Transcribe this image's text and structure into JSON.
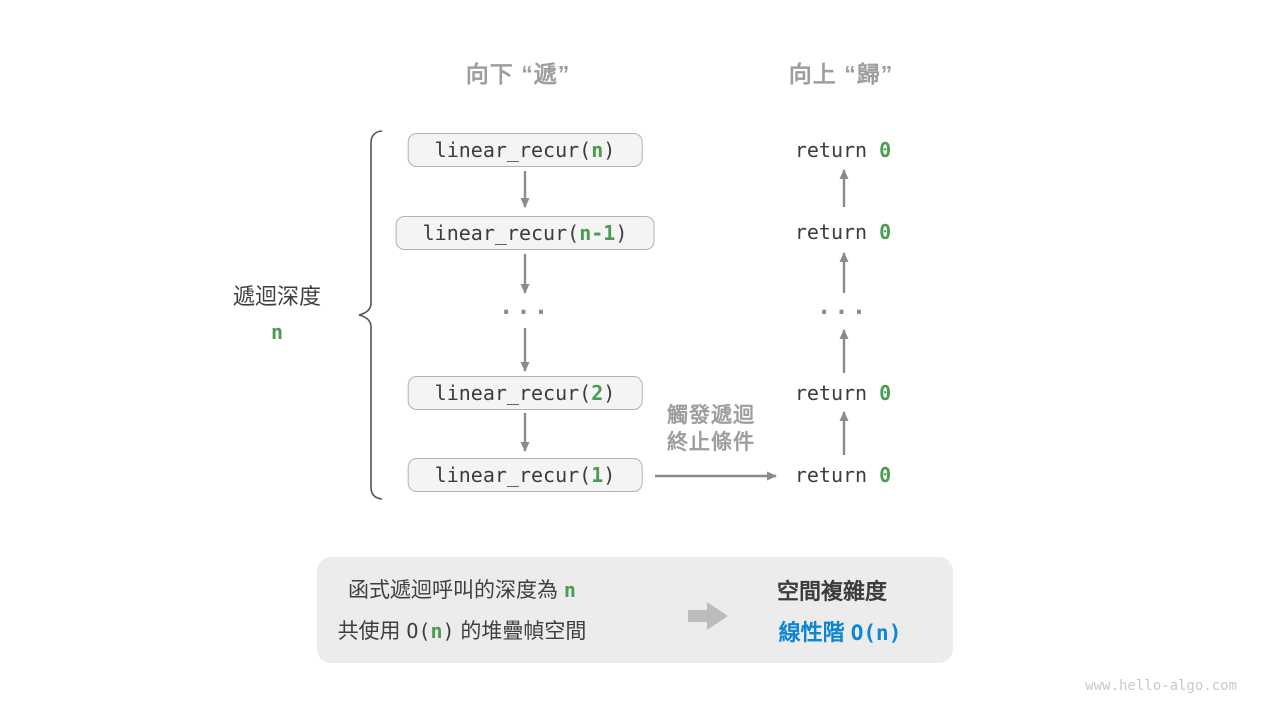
{
  "colors": {
    "green": "#4c9b52",
    "blue": "#0e86d4",
    "label_gray": "#9e9e9e",
    "arrow_gray": "#8b8b8b",
    "text_dark": "#3c3c3c",
    "box_fill": "#f4f4f4",
    "box_border": "#b3b3b3",
    "summary_fill": "#ececec",
    "watermark_gray": "#c9c9c9"
  },
  "headers": {
    "descend": "向下 “遞”",
    "ascend": "向上 “歸”"
  },
  "depth_brace": {
    "label": "遞迴深度",
    "value": "n"
  },
  "stack": {
    "ellipsis": "...",
    "frames": [
      {
        "prefix": "linear_recur(",
        "arg": "n",
        "suffix": ")"
      },
      {
        "prefix": "linear_recur(",
        "arg": "n-1",
        "suffix": ")"
      },
      {
        "prefix": "linear_recur(",
        "arg": "2",
        "suffix": ")"
      },
      {
        "prefix": "linear_recur(",
        "arg": "1",
        "suffix": ")"
      }
    ],
    "returns": [
      {
        "keyword": "return ",
        "value": "0"
      },
      {
        "keyword": "return ",
        "value": "0"
      },
      {
        "keyword": "return ",
        "value": "0"
      },
      {
        "keyword": "return ",
        "value": "0"
      }
    ]
  },
  "trigger_label": {
    "line1": "觸發遞迴",
    "line2": "終止條件"
  },
  "summary": {
    "line1_text": "函式遞迴呼叫的深度為 ",
    "line1_var": "n",
    "line2_pre": "共使用 ",
    "line2_code_open": "O(",
    "line2_var": "n",
    "line2_code_close": ")",
    "line2_post": " 的堆疊幀空間",
    "result_title": "空間複雜度",
    "result_label": "線性階 ",
    "result_code": "O(n)"
  },
  "watermark": "www.hello-algo.com"
}
